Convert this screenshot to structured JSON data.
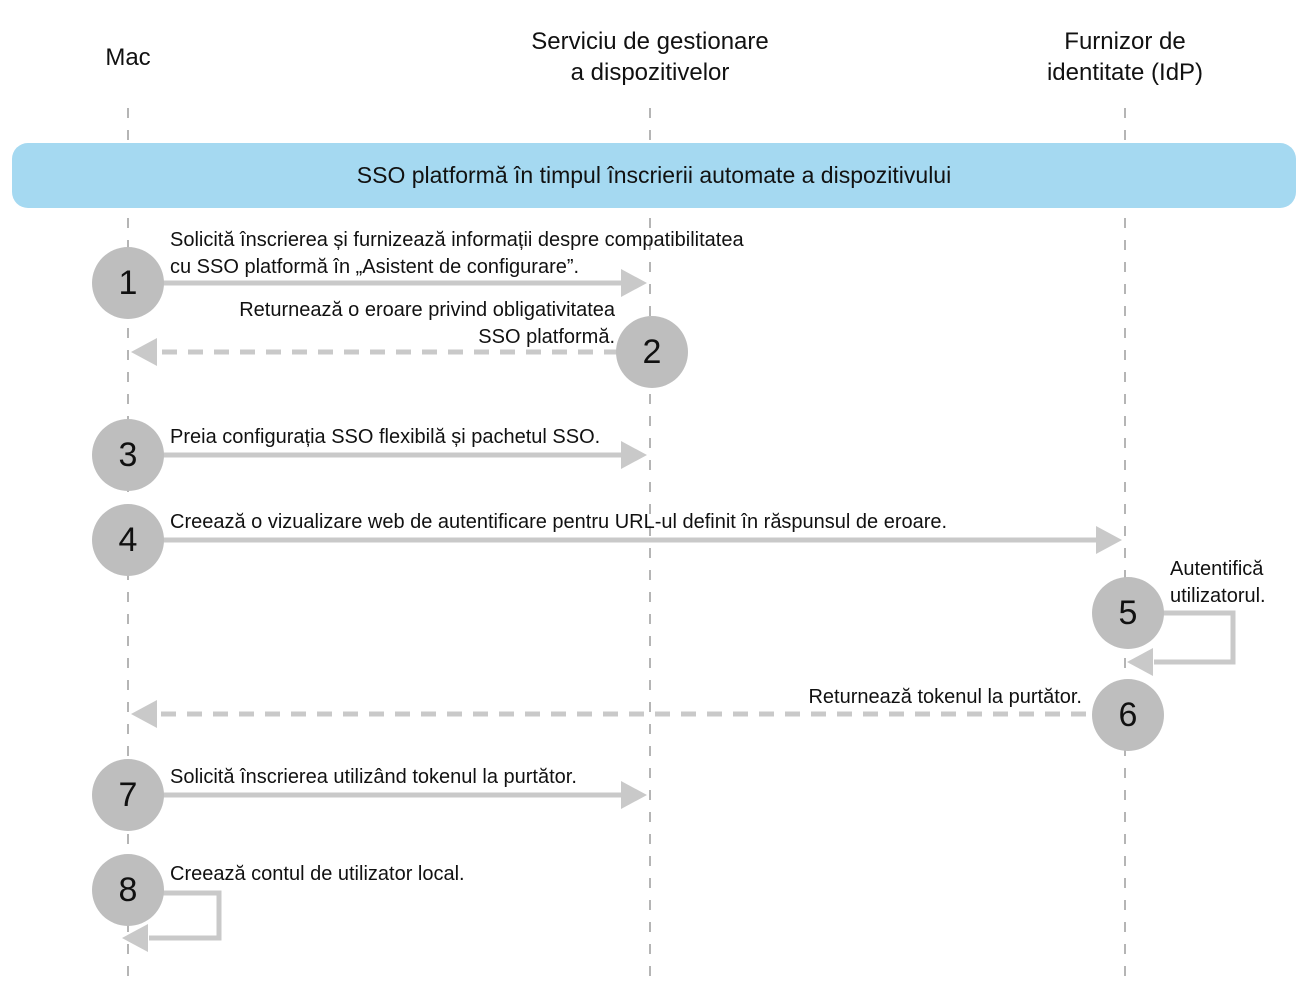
{
  "colors": {
    "banner_bg": "#a5d9f1",
    "circle_fill": "#bebebe",
    "arrow_gray": "#c9c9c9",
    "lifeline_gray": "#b5b5b5",
    "text": "#111111"
  },
  "actors": {
    "mac": {
      "label": "Mac"
    },
    "mdm": {
      "line1": "Serviciu de gestionare",
      "line2": "a dispozitivelor"
    },
    "idp": {
      "line1": "Furnizor de",
      "line2": "identitate (IdP)"
    }
  },
  "banner": {
    "title": "SSO platformă în timpul înscrierii automate a dispozitivului"
  },
  "steps": {
    "s1": {
      "num": "1",
      "from": "mac",
      "to": "mdm",
      "style": "solid",
      "line1": "Solicită înscrierea și furnizează informații despre compatibilitatea",
      "line2": "cu SSO platformă în „Asistent de configurare”."
    },
    "s2": {
      "num": "2",
      "from": "mdm",
      "to": "mac",
      "style": "dashed",
      "line1": "Returnează o eroare privind obligativitatea",
      "line2": "SSO platformă."
    },
    "s3": {
      "num": "3",
      "from": "mac",
      "to": "mdm",
      "style": "solid",
      "line1": "Preia configurația SSO flexibilă și pachetul SSO."
    },
    "s4": {
      "num": "4",
      "from": "mac",
      "to": "idp",
      "style": "solid",
      "line1": "Creează o vizualizare web de autentificare pentru URL-ul definit în răspunsul de eroare."
    },
    "s5": {
      "num": "5",
      "from": "idp",
      "to": "idp",
      "style": "self-loop",
      "line1": "Autentifică",
      "line2": "utilizatorul."
    },
    "s6": {
      "num": "6",
      "from": "idp",
      "to": "mac",
      "style": "dashed",
      "line1": "Returnează tokenul la purtător."
    },
    "s7": {
      "num": "7",
      "from": "mac",
      "to": "mdm",
      "style": "solid",
      "line1": "Solicită înscrierea utilizând tokenul la purtător."
    },
    "s8": {
      "num": "8",
      "from": "mac",
      "to": "mac",
      "style": "self-loop",
      "line1": "Creează contul de utilizator local."
    }
  }
}
